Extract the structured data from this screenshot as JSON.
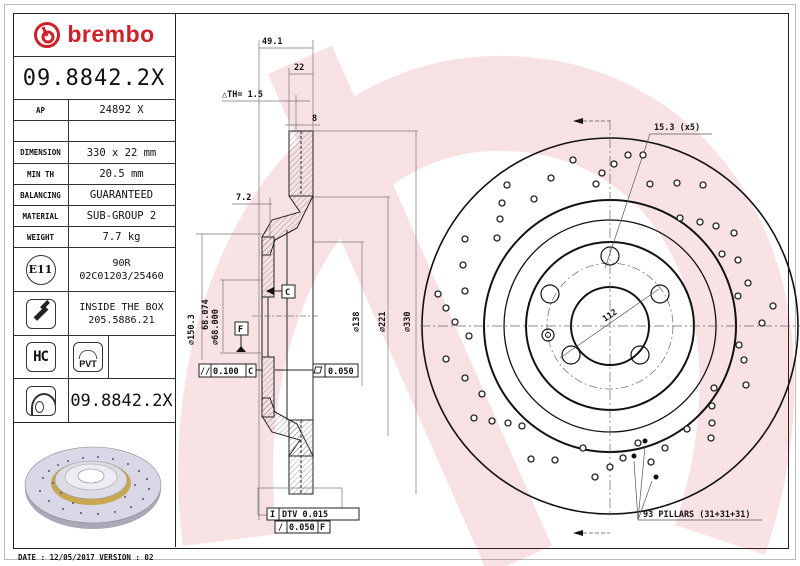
{
  "brand": {
    "name": "brembo",
    "color": "#d0202c"
  },
  "part_number": "09.8842.2X",
  "specs": [
    {
      "label": "AP",
      "value": "24892 X"
    },
    {
      "label": "",
      "value": ""
    },
    {
      "label": "DIMENSION",
      "value": "330 x 22 mm"
    },
    {
      "label": "MIN TH",
      "value": "20.5 mm"
    },
    {
      "label": "BALANCING",
      "value": "GUARANTEED"
    },
    {
      "label": "MATERIAL",
      "value": "SUB-GROUP 2"
    },
    {
      "label": "WEIGHT",
      "value": "7.7 kg"
    }
  ],
  "certification": {
    "icon": "E11",
    "line1": "90R",
    "line2": "02C01203/25460"
  },
  "screw": {
    "line1": "INSIDE THE BOX",
    "line2": "205.5886.21"
  },
  "badges": {
    "hc": "HC",
    "pvt": "PVT"
  },
  "kit_part_number": "09.8842.2X",
  "footer": {
    "text": "DATE : 12/05/2017 VERSION : 02"
  },
  "dimensions": {
    "overall_width": "49.1",
    "thickness": "22",
    "delta_th": "△TH= 1.5",
    "vent_gap": "8",
    "hat_offset": "7.2",
    "d_150": "⌀150.3",
    "d_hub_max": "68.074",
    "d_hub_min": "⌀68.000",
    "d_138": "⌀138",
    "d_221": "⌀221",
    "d_330": "⌀330",
    "bolt_holes": "15.3 (x5)",
    "pcd": "112",
    "datum_c": "C",
    "datum_f": "F",
    "parallel_tol": "0.100",
    "parallel_datum": "C",
    "flatness_tol": "0.050",
    "dtv": "DTV 0.015",
    "runout_tol": "0.050",
    "runout_datum": "F",
    "pillars": "93 PILLARS (31+31+31)"
  }
}
